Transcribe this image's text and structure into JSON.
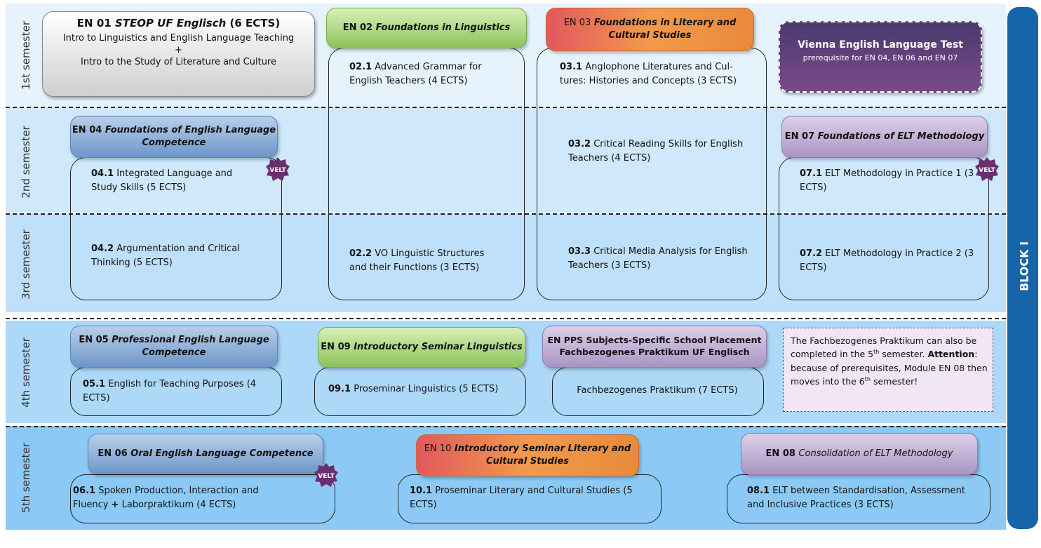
{
  "semesters": [
    "1st semester",
    "2nd semester",
    "3rd semester",
    "4th semester",
    "5th semester"
  ],
  "block_label": "BLOCK I",
  "velt_label": "VELT",
  "en01": {
    "code": "EN 01",
    "title": "STEOP UF Englisch",
    "ects": "(6 ECTS)",
    "line1": "Intro to Linguistics and English Language Teaching",
    "plus": "+",
    "line2": "Intro to the Study of Literature and Culture"
  },
  "en02": {
    "code": "EN 02",
    "title": "Foundations in Linguistics",
    "c1_code": "02.1",
    "c1_text": "Advanced Grammar for English Teachers (4 ECTS)",
    "c2_code": "02.2",
    "c2_text": "VO Linguistic Structures and their Functions (3 ECTS)"
  },
  "en03": {
    "code": "EN 03",
    "title": "Foundations in Literary and Cultural Studies",
    "c1_code": "03.1",
    "c1_text": "Anglophone Literatures and Cul-tures: Histories and Concepts (3 ECTS)",
    "c2_code": "03.2",
    "c2_text": "Critical Reading Skills for English Teachers (4 ECTS)",
    "c3_code": "03.3",
    "c3_text": "Critical Media Analysis for English Teachers (3 ECTS)"
  },
  "velt_test": {
    "title": "Vienna English Language Test",
    "sub": "prerequisite for EN 04, EN 06 and EN 07"
  },
  "en04": {
    "code": "EN 04",
    "title": "Foundations of English Language Competence",
    "c1_code": "04.1",
    "c1_text": "Integrated Language and Study Skills (5 ECTS)",
    "c2_code": "04.2",
    "c2_text": "Argumentation and Critical Thinking (5 ECTS)"
  },
  "en07": {
    "code": "EN 07",
    "title": "Foundations of ELT Methodology",
    "c1_code": "07.1",
    "c1_text": "ELT Methodology in Practice 1 (3 ECTS)",
    "c2_code": "07.2",
    "c2_text": "ELT Methodology in Practice 2 (3 ECTS)"
  },
  "en05": {
    "code": "EN 05",
    "title": "Professional English Language Competence",
    "c1_code": "05.1",
    "c1_text": "English for Teaching Purposes (4 ECTS)"
  },
  "en09": {
    "code": "EN 09",
    "title": "Introductory Seminar Linguistics",
    "c1_code": "09.1",
    "c1_text": "Proseminar Linguistics (5 ECTS)"
  },
  "pps": {
    "line1": "EN PPS Subjects-Specific School Placement",
    "line2": "Fachbezogenes Praktikum UF Englisch",
    "c1_text": "Fachbezogenes Praktikum (7 ECTS)"
  },
  "note": {
    "p1": "The Fachbezogenes Praktikum can also be completed in the 5",
    "sup1": "th",
    "p1b": " semester.",
    "attention": "Attention",
    "p2": ": because of prerequisites, Module EN 08 then moves into the 6",
    "sup2": "th",
    "p2b": " semester!"
  },
  "en06": {
    "code": "EN 06",
    "title": "Oral English Language Competence",
    "c1_code": "06.1",
    "c1_text_a": "Spoken Production, Interaction and Fluency ",
    "c1_plus": "+",
    "c1_text_b": " Laborpraktikum (4 ECTS)"
  },
  "en10": {
    "code": "EN 10",
    "title": "Introductory Seminar Literary and Cultural Studies",
    "c1_code": "10.1",
    "c1_text": "Proseminar Literary and Cultural Studies (5 ECTS)"
  },
  "en08": {
    "code": "EN 08",
    "title": "Consolidation of ELT Methodology",
    "c1_code": "08.1",
    "c1_text": "ELT between Standardisation, Assessment and Inclusive Practices (3 ECTS)"
  },
  "colors": {
    "band1": "#e6f3fd",
    "band2": "#cfe8fb",
    "band3": "#bfe0fa",
    "band4": "#aed8f8",
    "band5": "#8ccaf5",
    "block": "#1565a8"
  }
}
